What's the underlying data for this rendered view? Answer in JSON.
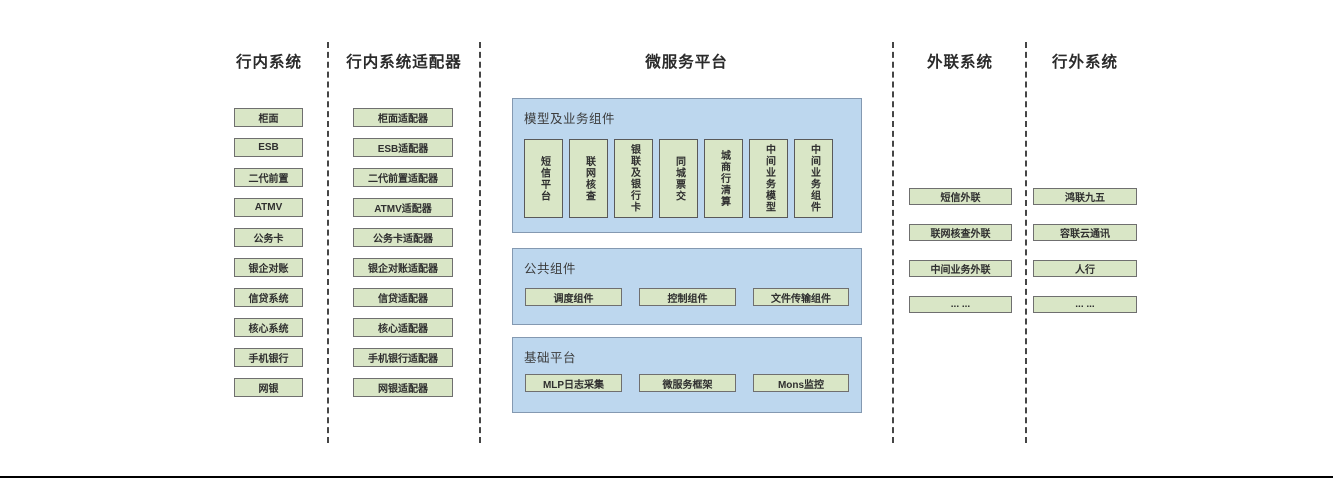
{
  "colors": {
    "box_green_fill": "#d9e6c6",
    "box_green_border": "#6f6f6f",
    "panel_blue_fill": "#bdd7ee",
    "panel_blue_border": "#8499b1",
    "divider": "#454545",
    "bottom_rule": "#000000",
    "text": "#2f2f2f"
  },
  "columns": [
    {
      "title": "行内系统",
      "items": [
        "柜面",
        "ESB",
        "二代前置",
        "ATMV",
        "公务卡",
        "银企对账",
        "信贷系统",
        "核心系统",
        "手机银行",
        "网银"
      ]
    },
    {
      "title": "行内系统适配器",
      "items": [
        "柜面适配器",
        "ESB适配器",
        "二代前置适配器",
        "ATMV适配器",
        "公务卡适配器",
        "银企对账适配器",
        "信贷适配器",
        "核心适配器",
        "手机银行适配器",
        "网银适配器"
      ]
    },
    {
      "title": "外联系统",
      "items": [
        "短信外联",
        "联网核查外联",
        "中间业务外联",
        "... ..."
      ]
    },
    {
      "title": "行外系统",
      "items": [
        "鸿联九五",
        "容联云通讯",
        "人行",
        "... ..."
      ]
    }
  ],
  "platform": {
    "title": "微服务平台",
    "sections": [
      {
        "label": "模型及业务组件",
        "items": [
          "短信平台",
          "联网核查",
          "银联及银行卡",
          "同城票交",
          "城商行清算",
          "中间业务模型",
          "中间业务组件"
        ]
      },
      {
        "label": "公共组件",
        "items": [
          "调度组件",
          "控制组件",
          "文件传输组件"
        ]
      },
      {
        "label": "基础平台",
        "items": [
          "MLP日志采集",
          "微服务框架",
          "Mons监控"
        ]
      }
    ]
  }
}
